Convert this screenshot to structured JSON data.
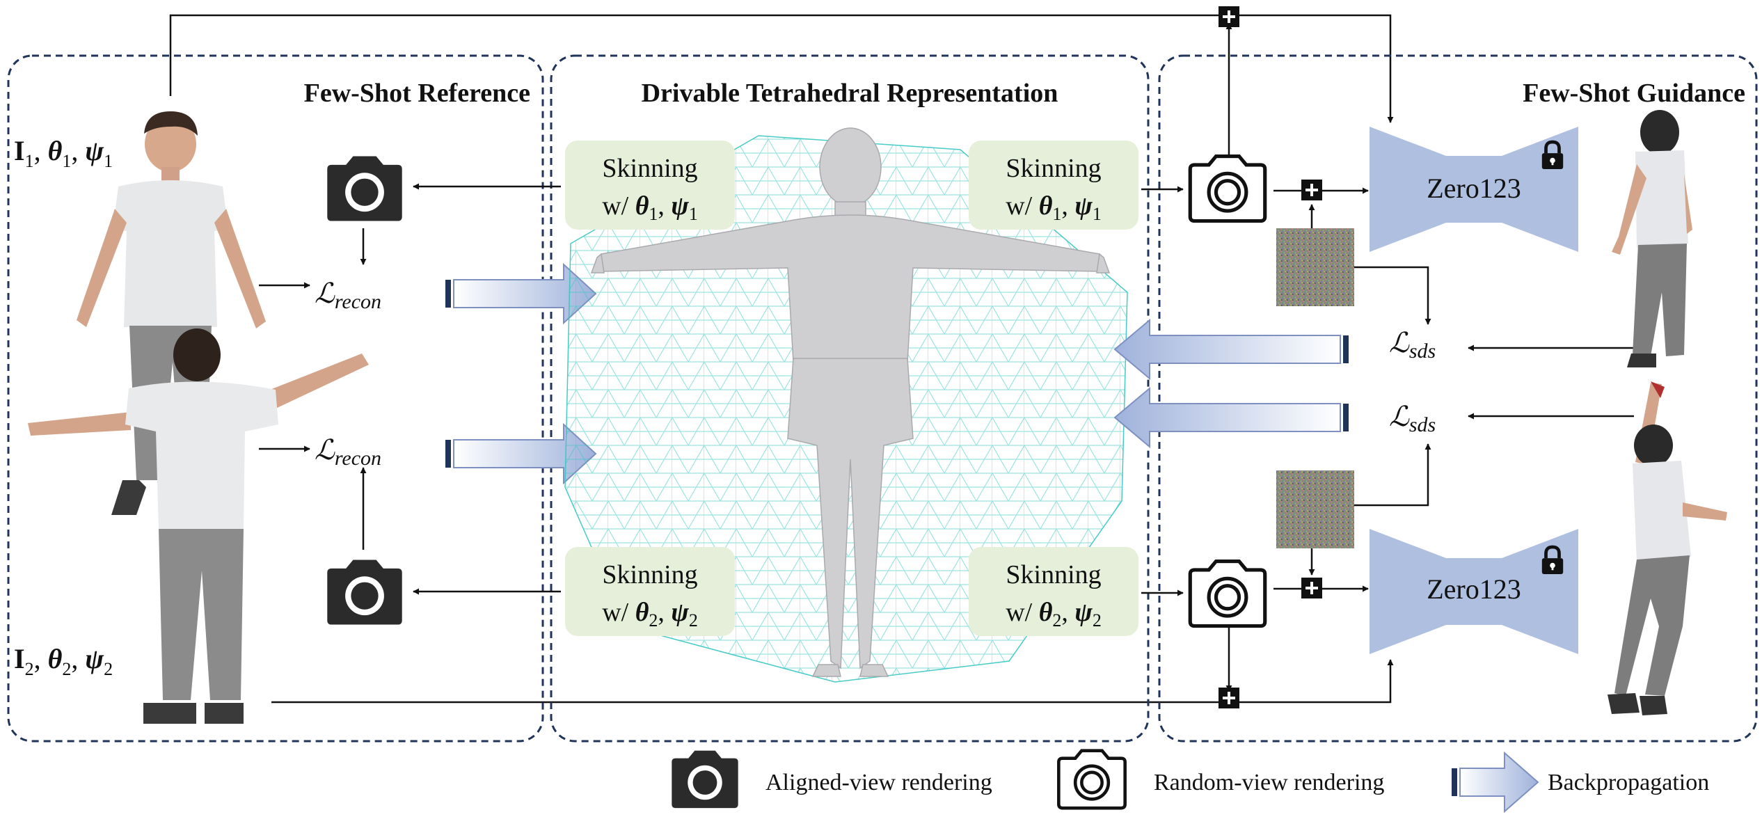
{
  "panels": {
    "reference": {
      "title": "Few-Shot Reference"
    },
    "tetra": {
      "title": "Drivable Tetrahedral Representation"
    },
    "guidance": {
      "title": "Few-Shot Guidance"
    }
  },
  "inputs": {
    "first": {
      "I": "I",
      "sub": "1",
      "theta": "θ",
      "psi": "ψ",
      "sep": ", "
    },
    "second": {
      "I": "I",
      "sub": "2",
      "theta": "θ",
      "psi": "ψ",
      "sep": ", "
    }
  },
  "skinning": {
    "title": "Skinning",
    "w_prefix": "w/ ",
    "theta": "θ",
    "psi": "ψ",
    "sep": ", ",
    "sub1": "1",
    "sub2": "2"
  },
  "losses": {
    "L": "ℒ",
    "recon": "recon",
    "sds": "sds"
  },
  "models": {
    "zero123_top": "Zero123",
    "zero123_bottom": "Zero123"
  },
  "legend": {
    "aligned": "Aligned-view rendering",
    "random": "Random-view rendering",
    "backprop": "Backpropagation"
  },
  "colors": {
    "panel_border": "#1f3458",
    "skin_box": "#e5efd9",
    "zero123": "#aebfe0",
    "backprop_arrow": "#b8c6e6",
    "mesh": "#34c6c0",
    "body": "#cfcfd2"
  },
  "icons": [
    "camera-filled-icon",
    "camera-outline-icon",
    "plus-box-icon",
    "lock-icon",
    "noise-icon",
    "backprop-arrow-icon"
  ]
}
